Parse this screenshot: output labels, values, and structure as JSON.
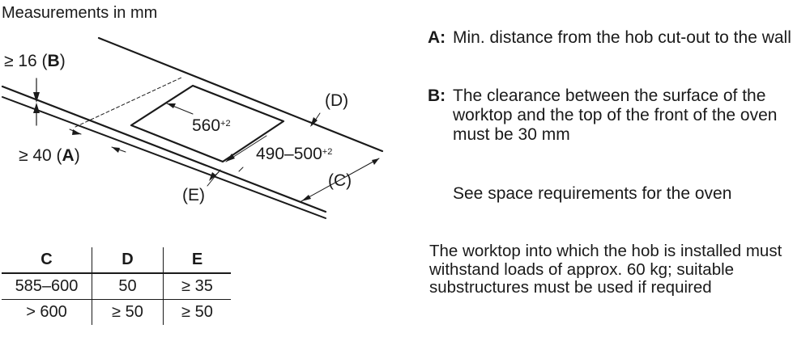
{
  "caption": "Measurements in mm",
  "diagram": {
    "label_b_prefix": "≥ 16 (",
    "label_b_key": "B",
    "label_b_suffix": ")",
    "label_a_prefix": "≥ 40 (",
    "label_a_key": "A",
    "label_a_suffix": ")",
    "label_d": "(D)",
    "label_c": "(C)",
    "label_e": "(E)",
    "width_value": "560",
    "width_tol": "+2",
    "depth_value": "490–500",
    "depth_tol": "+2"
  },
  "legend": [
    {
      "key": "A:",
      "text": "Min. distance from the hob cut-out to the wall"
    },
    {
      "key": "B:",
      "text": "The clearance between the surface of the worktop and the top of the front of the oven must be 30 mm"
    }
  ],
  "oven_note": "See space requirements for the oven",
  "load_note": "The worktop into which the hob is installed must withstand loads of approx. 60 kg; suitable substructures must be used if required",
  "table": {
    "headers": [
      "C",
      "D",
      "E"
    ],
    "rows": [
      [
        "585–600",
        "50",
        "≥ 35"
      ],
      [
        "> 600",
        "≥ 50",
        "≥ 50"
      ]
    ]
  }
}
